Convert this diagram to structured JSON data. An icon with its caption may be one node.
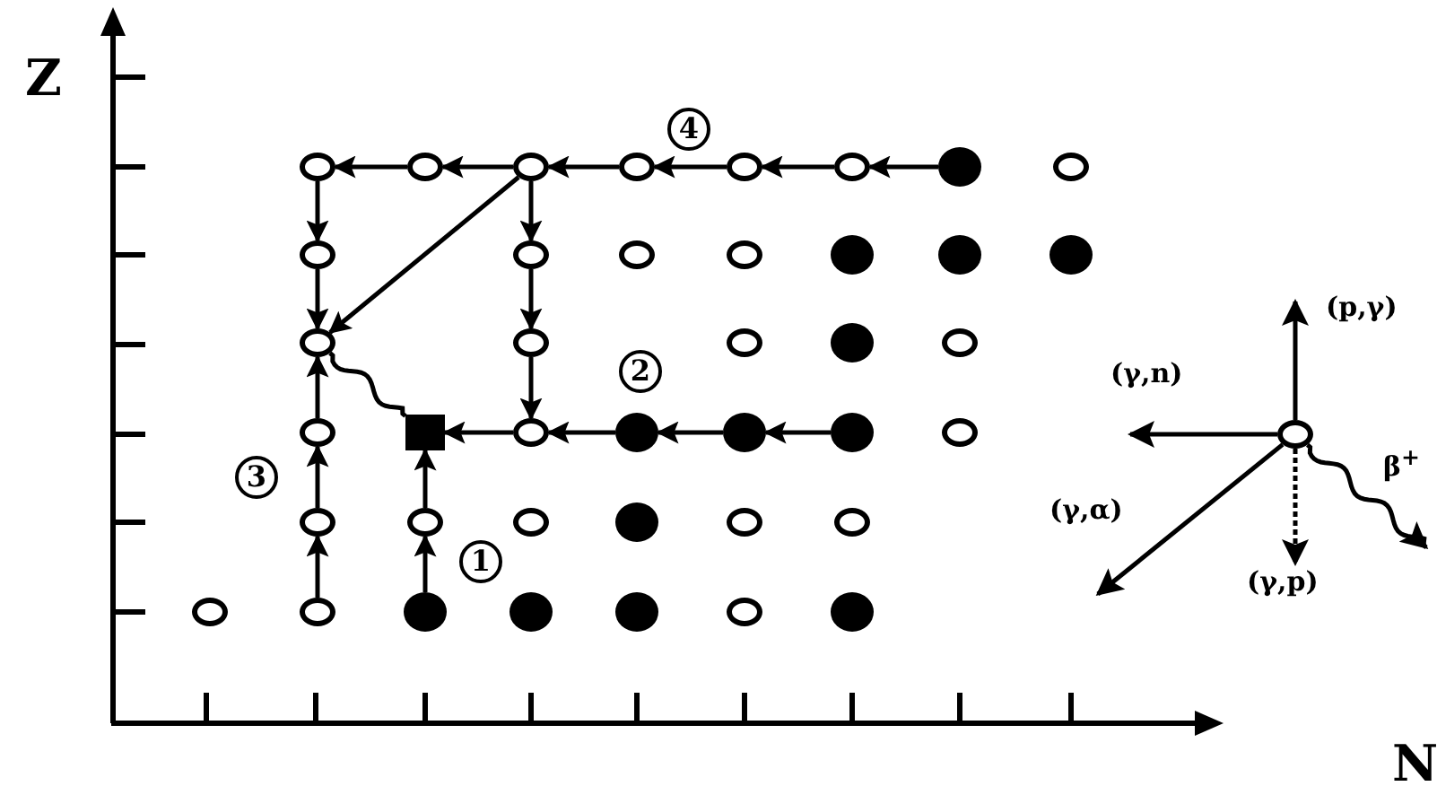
{
  "diagram": {
    "nodes": [
      {
        "text": [],
        "shape": "circle"
      },
      {
        "text": [],
        "shape": "circle"
      },
      {
        "text": [],
        "shape": "circle"
      },
      {
        "text": [],
        "shape": "circle"
      },
      {
        "text": [],
        "shape": "circle"
      },
      {
        "text": [],
        "shape": "circle"
      },
      {
        "text": [],
        "shape": "dot"
      },
      {
        "text": [],
        "shape": "circle"
      },
      {
        "text": [],
        "shape": "circle"
      },
      {
        "text": [],
        "shape": "circle"
      },
      {
        "text": [],
        "shape": "circle"
      },
      {
        "text": [],
        "shape": "circle"
      },
      {
        "text": [],
        "shape": "dot"
      },
      {
        "text": [],
        "shape": "dot"
      },
      {
        "text": [],
        "shape": "dot"
      },
      {
        "text": [],
        "shape": "circle"
      },
      {
        "text": [],
        "shape": "circle"
      },
      {
        "text": [],
        "shape": "circle"
      },
      {
        "text": [],
        "shape": "dot"
      },
      {
        "text": [],
        "shape": "circle"
      },
      {
        "text": [],
        "shape": "circle"
      },
      {
        "text": [],
        "shape": "box"
      },
      {
        "text": [],
        "shape": "circle"
      },
      {
        "text": [],
        "shape": "dot"
      },
      {
        "text": [],
        "shape": "dot"
      },
      {
        "text": [],
        "shape": "dot"
      },
      {
        "text": [],
        "shape": "circle"
      },
      {
        "text": [],
        "shape": "circle"
      },
      {
        "text": [],
        "shape": "circle"
      },
      {
        "text": [],
        "shape": "circle"
      },
      {
        "text": [],
        "shape": "dot"
      },
      {
        "text": [],
        "shape": "circle"
      },
      {
        "text": [],
        "shape": "circle"
      },
      {
        "text": [],
        "shape": "circle"
      },
      {
        "text": [],
        "shape": "circle"
      },
      {
        "text": [],
        "shape": "dot"
      },
      {
        "text": [],
        "shape": "dot"
      },
      {
        "text": [],
        "shape": "dot"
      },
      {
        "text": [],
        "shape": "circle"
      },
      {
        "text": [],
        "shape": "dot"
      },
      {
        "text": [],
        "shape": "circle"
      }
    ],
    "edges": [
      {
        "from": 6,
        "to": 5,
        "arrow": "to"
      },
      {
        "from": 5,
        "to": 4,
        "arrow": "to"
      },
      {
        "from": 4,
        "to": 3,
        "arrow": "to"
      },
      {
        "from": 3,
        "to": 2,
        "arrow": "to"
      },
      {
        "from": 2,
        "to": 1,
        "arrow": "to"
      },
      {
        "from": 1,
        "to": 0,
        "arrow": "to"
      },
      {
        "from": 2,
        "to": 15,
        "arrow": "to"
      },
      {
        "from": 0,
        "to": 8,
        "arrow": "to"
      },
      {
        "from": 8,
        "to": 15,
        "arrow": "to"
      },
      {
        "from": 2,
        "to": 9,
        "arrow": "to"
      },
      {
        "from": 9,
        "to": 16,
        "arrow": "to"
      },
      {
        "from": 16,
        "to": 22,
        "arrow": "to"
      },
      {
        "from": 25,
        "to": 24,
        "arrow": "to"
      },
      {
        "from": 24,
        "to": 23,
        "arrow": "to"
      },
      {
        "from": 23,
        "to": 22,
        "arrow": "to"
      },
      {
        "from": 22,
        "to": 21,
        "arrow": "to"
      },
      {
        "from": 35,
        "to": 28,
        "arrow": "to"
      },
      {
        "from": 28,
        "to": 21,
        "arrow": "to"
      },
      {
        "from": 34,
        "to": 27,
        "arrow": "to"
      },
      {
        "from": 27,
        "to": 20,
        "arrow": "to"
      },
      {
        "from": 20,
        "to": 15,
        "arrow": "to"
      },
      {
        "from": 15,
        "to": 21,
        "arrow": "none"
      },
      {
        "from": 40,
        "to": null,
        "arrow": "to",
        "label": "(p,γ)"
      },
      {
        "from": 40,
        "to": null,
        "arrow": "to",
        "label": "(γ,n)"
      },
      {
        "from": 40,
        "to": null,
        "arrow": "to",
        "label": "(γ,α)"
      },
      {
        "from": 40,
        "to": null,
        "arrow": "to",
        "label": "(γ,p)",
        "style": "dashed"
      },
      {
        "from": 40,
        "to": null,
        "arrow": "to",
        "label": "β$^{+}$"
      }
    ],
    "labels": [
      "Z",
      "4",
      "2",
      "3",
      "1",
      "N"
    ]
  }
}
